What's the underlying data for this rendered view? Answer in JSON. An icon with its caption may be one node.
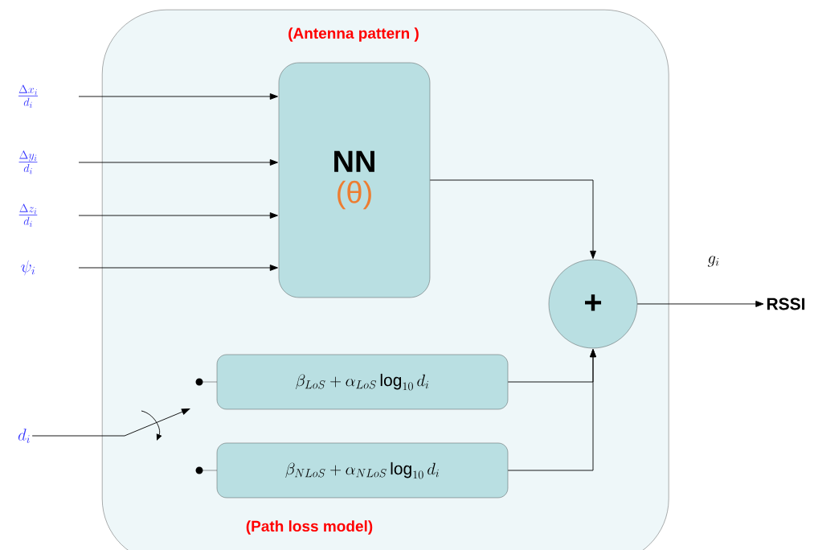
{
  "diagram": {
    "nodes": [
      {
        "text": [
          "(Antenna pattern )",
          "(Path loss model)"
        ]
      },
      {
        "text": [
          "NN",
          "(θ)"
        ],
        "in": 0
      },
      {
        "text": [
          "+"
        ],
        "in": 0
      },
      {
        "text": [
          "\\beta_{LoS}+\\alpha_{LoS}\\log_{10} d_i"
        ],
        "in": 0
      },
      {
        "text": [
          "\\beta_{NLoS}+\\alpha_{NLoS}\\log_{10} d_i"
        ],
        "in": 0
      },
      {
        "text": [
          "\\frac{\\Delta x_i}{d_i}"
        ]
      },
      {
        "text": [
          "\\frac{\\Delta y_i}{d_i}"
        ]
      },
      {
        "text": [
          "\\frac{\\Delta z_i}{d_i}"
        ]
      },
      {
        "text": [
          "\\psi_i"
        ]
      },
      {
        "text": [
          "d_i"
        ]
      },
      {
        "text": [
          "RSSI"
        ]
      }
    ],
    "edges": [
      {
        "from": 5,
        "to": 1,
        "arrow": "to"
      },
      {
        "from": 6,
        "to": 1,
        "arrow": "to"
      },
      {
        "from": 7,
        "to": 1,
        "arrow": "to"
      },
      {
        "from": 8,
        "to": 1,
        "arrow": "to"
      },
      {
        "from": 1,
        "to": 2,
        "arrow": "to"
      },
      {
        "from": 3,
        "to": 2,
        "arrow": "to"
      },
      {
        "from": 4,
        "to": 2,
        "arrow": "to"
      },
      {
        "from": 2,
        "to": 10,
        "arrow": "to",
        "label": "g_i"
      },
      {
        "from": 9,
        "to": null,
        "arrow": "to"
      }
    ]
  }
}
